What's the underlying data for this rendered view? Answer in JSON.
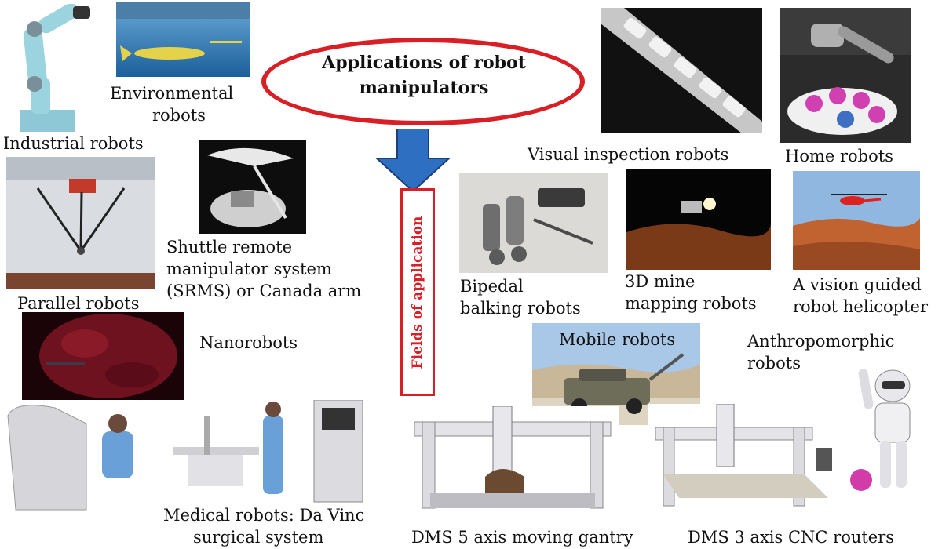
{
  "title": {
    "line1": "Applications of robot",
    "line2": "manipulators"
  },
  "fields_label": "Fields of application",
  "labels": {
    "industrial": "Industrial robots",
    "environmental_1": "Environmental",
    "environmental_2": "robots",
    "visual_inspection": "Visual inspection robots",
    "home": "Home robots",
    "parallel": "Parallel robots",
    "srms_1": "Shuttle remote",
    "srms_2": "manipulator system",
    "srms_3": "(SRMS) or Canada arm",
    "bipedal_1": "Bipedal",
    "bipedal_2": "balking robots",
    "mine_1": "3D mine",
    "mine_2": "mapping robots",
    "helicopter_1": "A vision guided",
    "helicopter_2": "robot helicopter",
    "nanorobots": "Nanorobots",
    "mobile": "Mobile robots",
    "anthropomorphic_1": "Anthropomorphic",
    "anthropomorphic_2": "robots",
    "medical_1": "Medical robots: Da Vinc",
    "medical_2": "surgical system",
    "gantry": "DMS 5 axis moving gantry",
    "cnc": "DMS 3 axis CNC routers"
  },
  "colors": {
    "accent_red": "#d81f26",
    "arrow_blue": "#2f6fc1",
    "arrow_outline": "#1b3f7a"
  }
}
